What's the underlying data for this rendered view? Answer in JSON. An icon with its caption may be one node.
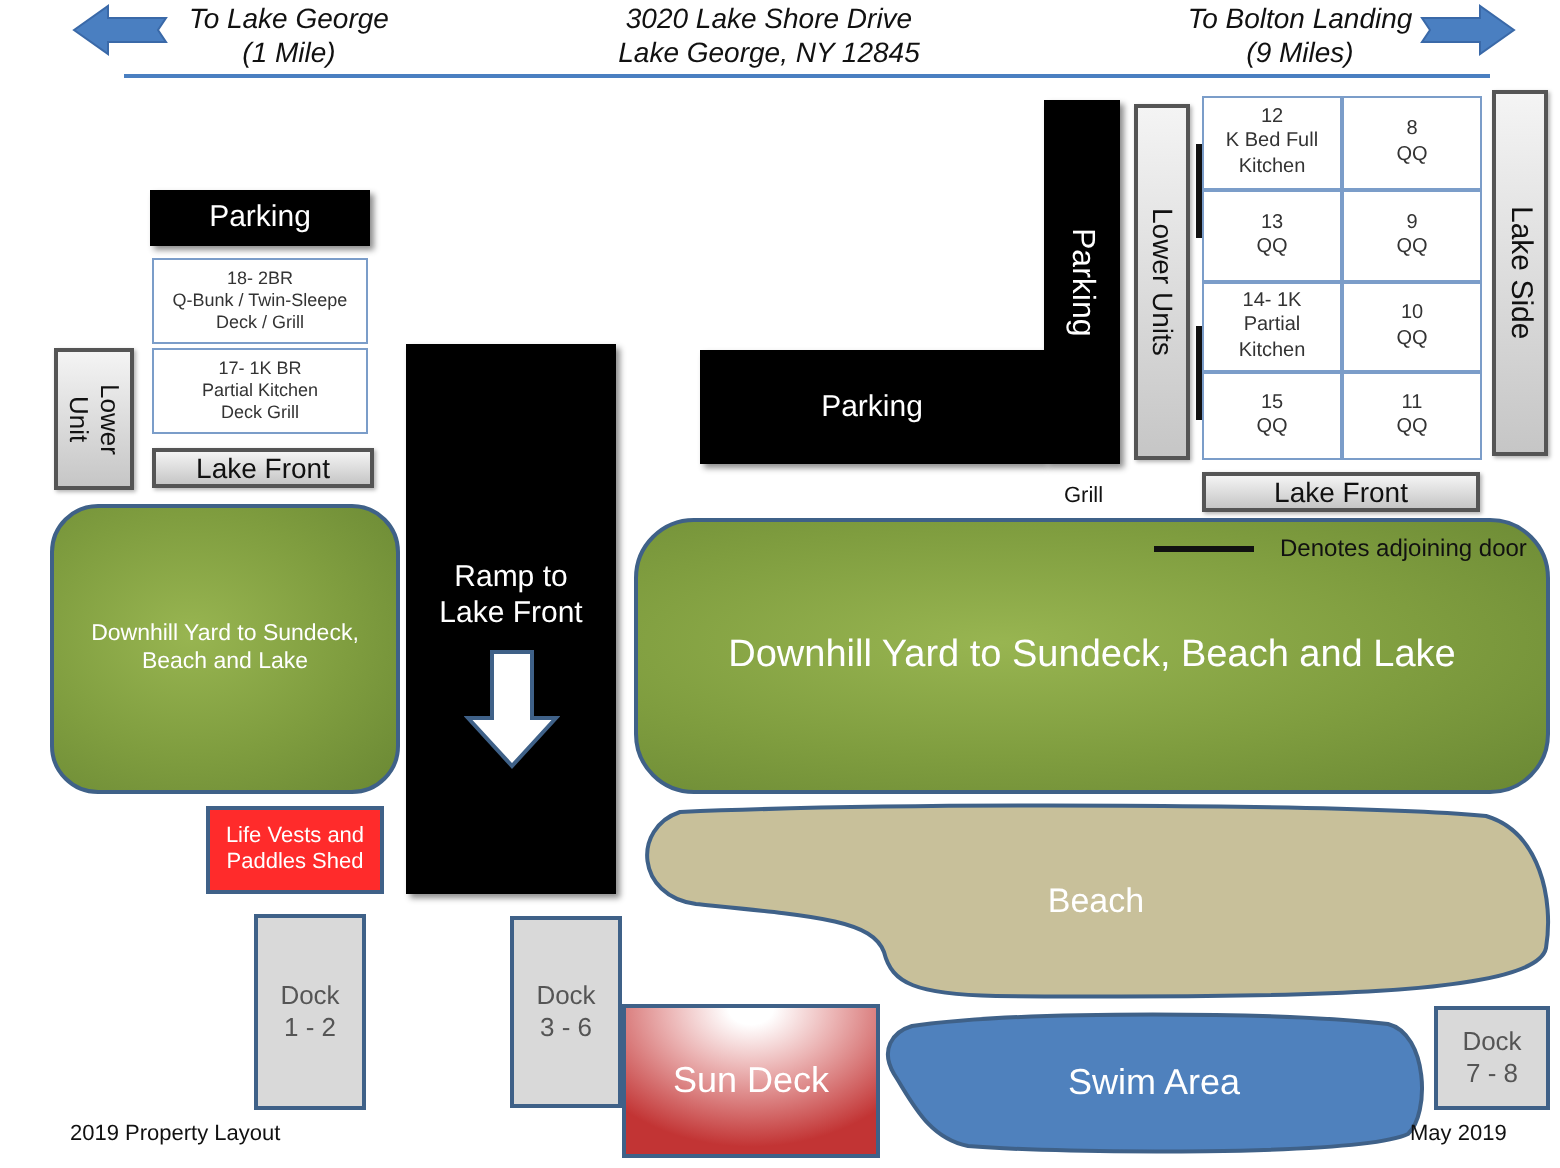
{
  "diagram": {
    "title": "3020 Lake Shore Drive Lake George, NY 12845",
    "caption": "2019 Property Layout",
    "nodes": [
      {
        "text": [
          "Parking"
        ]
      },
      {
        "text": [
          "18- 2BR",
          "Q-Bunk / Twin-Sleepe Deck / Grill"
        ]
      },
      {
        "text": [
          "17- 1K BR",
          "Partial Kitchen Deck Grill"
        ]
      },
      {
        "text": [
          "Lower Unit"
        ]
      },
      {
        "text": [
          "Lake Front"
        ]
      },
      {
        "text": [
          "Downhill Yard to Sundeck, Beach and Lake"
        ]
      },
      {
        "text": [
          "Ramp to Lake Front"
        ]
      },
      {
        "text": [
          "Life Vests and Paddles Shed"
        ]
      },
      {
        "text": [
          "Dock 1 - 2"
        ]
      },
      {
        "text": [
          "Dock 3 - 6"
        ]
      },
      {
        "text": [
          "Sun Deck"
        ]
      },
      {
        "text": [
          "Parking"
        ]
      },
      {
        "text": [
          "Parking"
        ]
      },
      {
        "text": [
          "Lower Units"
        ]
      },
      {
        "text": [
          "12",
          "K Bed Full Kitchen"
        ]
      },
      {
        "text": [
          "8",
          "QQ"
        ]
      },
      {
        "text": [
          "13",
          "QQ"
        ]
      },
      {
        "text": [
          "9",
          "QQ"
        ]
      },
      {
        "text": [
          "14- 1K",
          "Partial Kitchen"
        ]
      },
      {
        "text": [
          "10",
          "QQ"
        ]
      },
      {
        "text": [
          "15",
          "QQ"
        ]
      },
      {
        "text": [
          "11",
          "QQ"
        ]
      },
      {
        "text": [
          "Lake Side"
        ]
      },
      {
        "text": [
          "Lake Front"
        ]
      },
      {
        "text": [
          "Downhill Yard to Sundeck, Beach and Lake"
        ]
      },
      {
        "text": [
          "Beach"
        ]
      },
      {
        "text": [
          "Swim Area"
        ]
      },
      {
        "text": [
          "Dock 7 - 8"
        ]
      }
    ],
    "edges": [
      {
        "from": 14,
        "to": 16,
        "arrow": "none"
      },
      {
        "from": 18,
        "to": 20,
        "arrow": "none"
      }
    ],
    "labels": [
      "To Lake George (1 Mile)",
      "To Bolton Landing (9 Miles)",
      "Grill",
      "May 2019"
    ],
    "legend": [
      {
        "text": "Denotes adjoining door"
      }
    ]
  }
}
